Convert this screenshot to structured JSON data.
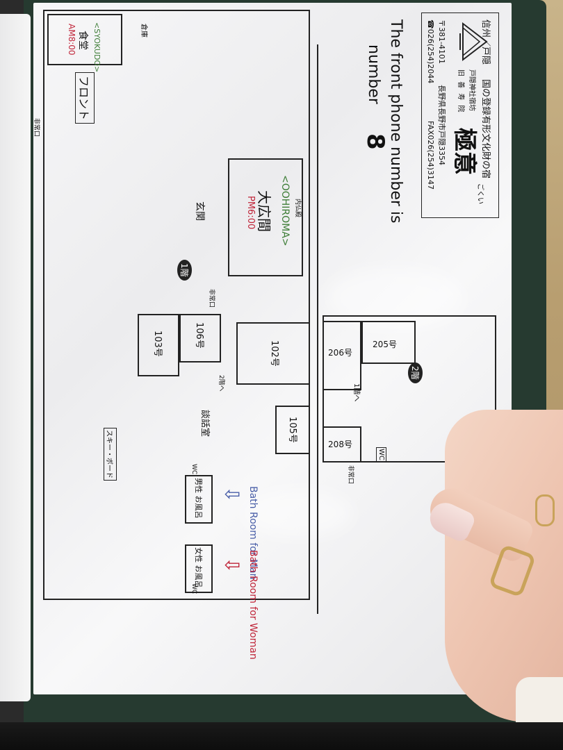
{
  "header": {
    "region": "信州／戸隠",
    "heritage": "国の登録有形文化財の宿",
    "address": "長野県長野市戸隠3354",
    "postal": "〒381-4101",
    "tel": "☎026(254)2044",
    "fax": "FAX026(254)3147",
    "temple_line1": "戸隠神社宿坊",
    "temple_line2": "旧 善 寿 院",
    "inn_name": "極意",
    "inn_reading": "ごくい"
  },
  "phone_note": {
    "line1": "The front phone number is",
    "line2": "number",
    "number": "8"
  },
  "floor1": {
    "label": "1階",
    "dining_en": "<SYOKUDO>",
    "dining": "食堂",
    "dining_time": "AM8:00",
    "front": "フロント",
    "hall_en": "<OOHIROMA>",
    "hall": "大広間",
    "hall_time": "PM6:00",
    "entrance": "玄関",
    "emergency_exit": "非常口",
    "room_106": "106号",
    "room_103": "103号",
    "room_102": "102号",
    "room_105": "105号",
    "lounge": "談話室",
    "stairs": "2階へ",
    "ski_board": "スキー・ボード",
    "bath_men": "男性 お風呂",
    "bath_women": "女性 お風呂",
    "wc": "WC",
    "buddhist_altar": "内仏殿",
    "kitchen": "倉庫"
  },
  "floor2": {
    "label": "2階",
    "room_205": "205号",
    "room_206": "206号",
    "room_208": "208号",
    "stairs": "1階へ",
    "wc": "WC",
    "emergency_exit": "非常口"
  },
  "bath_labels": {
    "men": "Bath Room for Man",
    "women": "Bath Room for Woman"
  }
}
